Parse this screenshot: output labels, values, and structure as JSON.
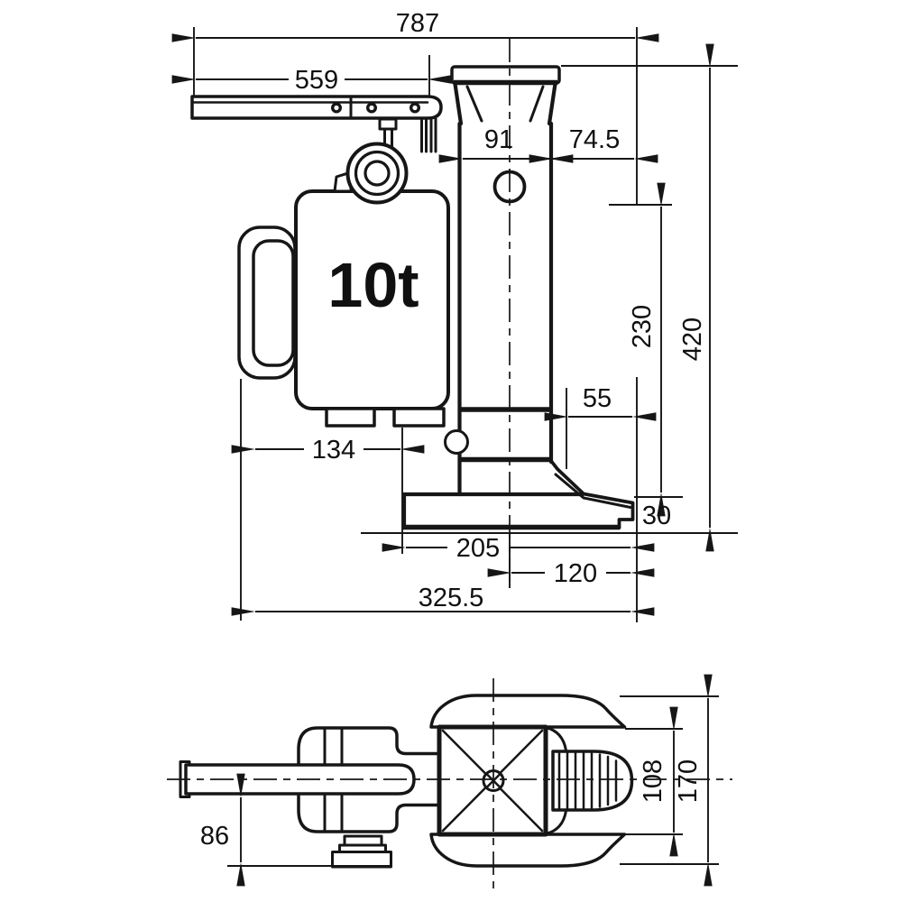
{
  "drawing": {
    "capacity_label": "10t",
    "side_view": {
      "dim_overall_length": "787",
      "dim_handle_length": "559",
      "dim_head_width": "91",
      "dim_head_offset": "74.5",
      "dim_lift_stroke": "230",
      "dim_overall_height": "420",
      "dim_toe_depth": "55",
      "dim_tank_offset": "134",
      "dim_toe_height": "30",
      "dim_base_length": "205",
      "dim_base_front": "120",
      "dim_base_overall": "325.5"
    },
    "plan_view": {
      "dim_handle_height": "86",
      "dim_base_width": "108",
      "dim_claw_width": "170"
    }
  }
}
